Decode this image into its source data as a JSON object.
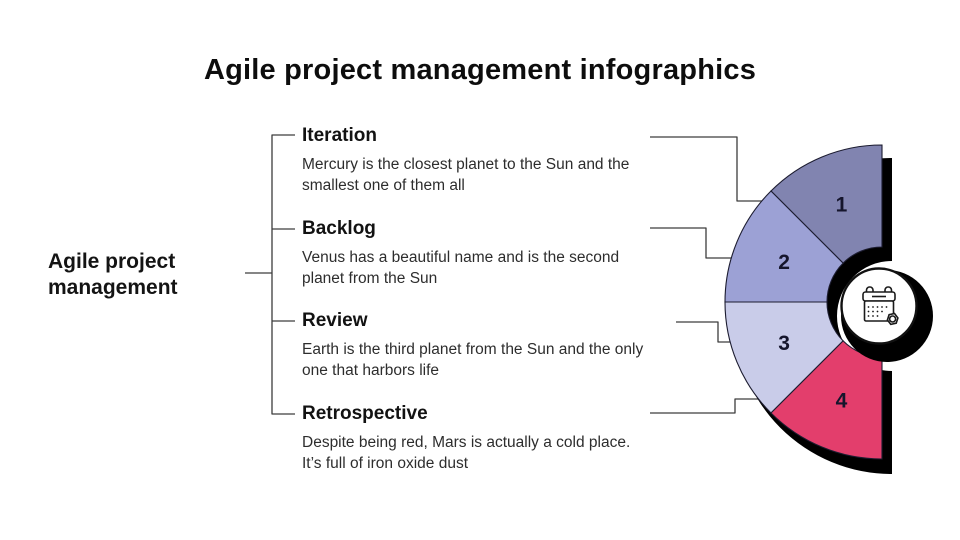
{
  "title": "Agile project management infographics",
  "left_label": "Agile project management",
  "sections": [
    {
      "title": "Iteration",
      "description": "Mercury is the closest planet to the Sun and the smallest one of them all"
    },
    {
      "title": "Backlog",
      "description": "Venus has a beautiful name and is the second planet from the Sun"
    },
    {
      "title": "Review",
      "description": "Earth is the third planet from the Sun and the only one that harbors life"
    },
    {
      "title": "Retrospective",
      "description": "Despite being red, Mars is actually a cold place. It’s full of iron oxide dust"
    }
  ],
  "chart_data": {
    "type": "pie",
    "variant": "half-donut",
    "orientation": "left-facing",
    "center_icon": "calendar-gear-icon",
    "segments": [
      {
        "label": "1",
        "name": "Iteration",
        "value": 25,
        "color": "#8184b0"
      },
      {
        "label": "2",
        "name": "Backlog",
        "value": 25,
        "color": "#9ca1d5"
      },
      {
        "label": "3",
        "name": "Review",
        "value": 25,
        "color": "#c9cce9"
      },
      {
        "label": "4",
        "name": "Retrospective",
        "value": 25,
        "color": "#e33e6c"
      }
    ],
    "label_color": "#15152c",
    "segment_outline_color": "#1c1c30",
    "shadow_color": "#000000"
  },
  "style": {
    "line_color": "#3d3d3d",
    "background": "#ffffff"
  }
}
